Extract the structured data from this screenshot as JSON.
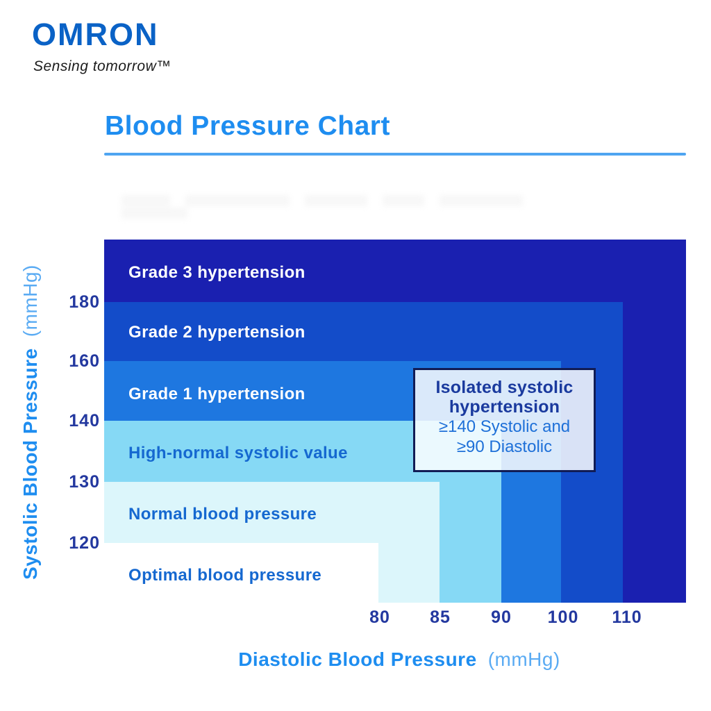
{
  "brand": {
    "logo": "OMRON",
    "tagline": "Sensing tomorrow™"
  },
  "page_title": "Blood Pressure Chart",
  "axes": {
    "y_main": "Systolic Blood Pressure",
    "y_unit": "(mmHg)",
    "x_main": "Diastolic Blood Pressure",
    "x_unit": "(mmHg)"
  },
  "chart_data": {
    "type": "area",
    "title": "Blood Pressure Chart",
    "xlabel": "Diastolic Blood Pressure (mmHg)",
    "ylabel": "Systolic Blood Pressure (mmHg)",
    "x_ticks": [
      "80",
      "85",
      "90",
      "100",
      "110"
    ],
    "y_ticks": [
      "180",
      "160",
      "140",
      "130",
      "120"
    ],
    "grid": false,
    "legend": "labels drawn inside zones",
    "zones": [
      {
        "label": "Grade 3 hypertension",
        "systolic": "≥180",
        "diastolic": "≥110",
        "color": "#1a20b0",
        "label_color": "#ffffff"
      },
      {
        "label": "Grade 2 hypertension",
        "systolic": "160–179",
        "diastolic": "100–109",
        "color": "#134cc9",
        "label_color": "#ffffff"
      },
      {
        "label": "Grade 1 hypertension",
        "systolic": "140–159",
        "diastolic": "90–99",
        "color": "#1e77e0",
        "label_color": "#ffffff"
      },
      {
        "label": "High-normal systolic value",
        "systolic": "130–139",
        "diastolic": "85–89",
        "color": "#86d9f5",
        "label_color": "#1568d0"
      },
      {
        "label": "Normal blood pressure",
        "systolic": "120–129",
        "diastolic": "80–84",
        "color": "#dcf6fb",
        "label_color": "#1568d0"
      },
      {
        "label": "Optimal blood pressure",
        "systolic": "<120",
        "diastolic": "<80",
        "color": "#ffffff",
        "label_color": "#1568d0"
      }
    ],
    "annotation": {
      "heading": "Isolated systolic hypertension",
      "line1": "≥140 Systolic and",
      "line2": "≥90 Diastolic"
    }
  },
  "colors": {
    "brand_blue": "#0a62c6",
    "title_blue": "#1e8df0",
    "axis_unit_blue": "#5aabf3",
    "tick_navy": "#23389f",
    "callout_border": "#111c55",
    "callout_heading": "#1a3a9e",
    "callout_body": "#1e70d8"
  }
}
